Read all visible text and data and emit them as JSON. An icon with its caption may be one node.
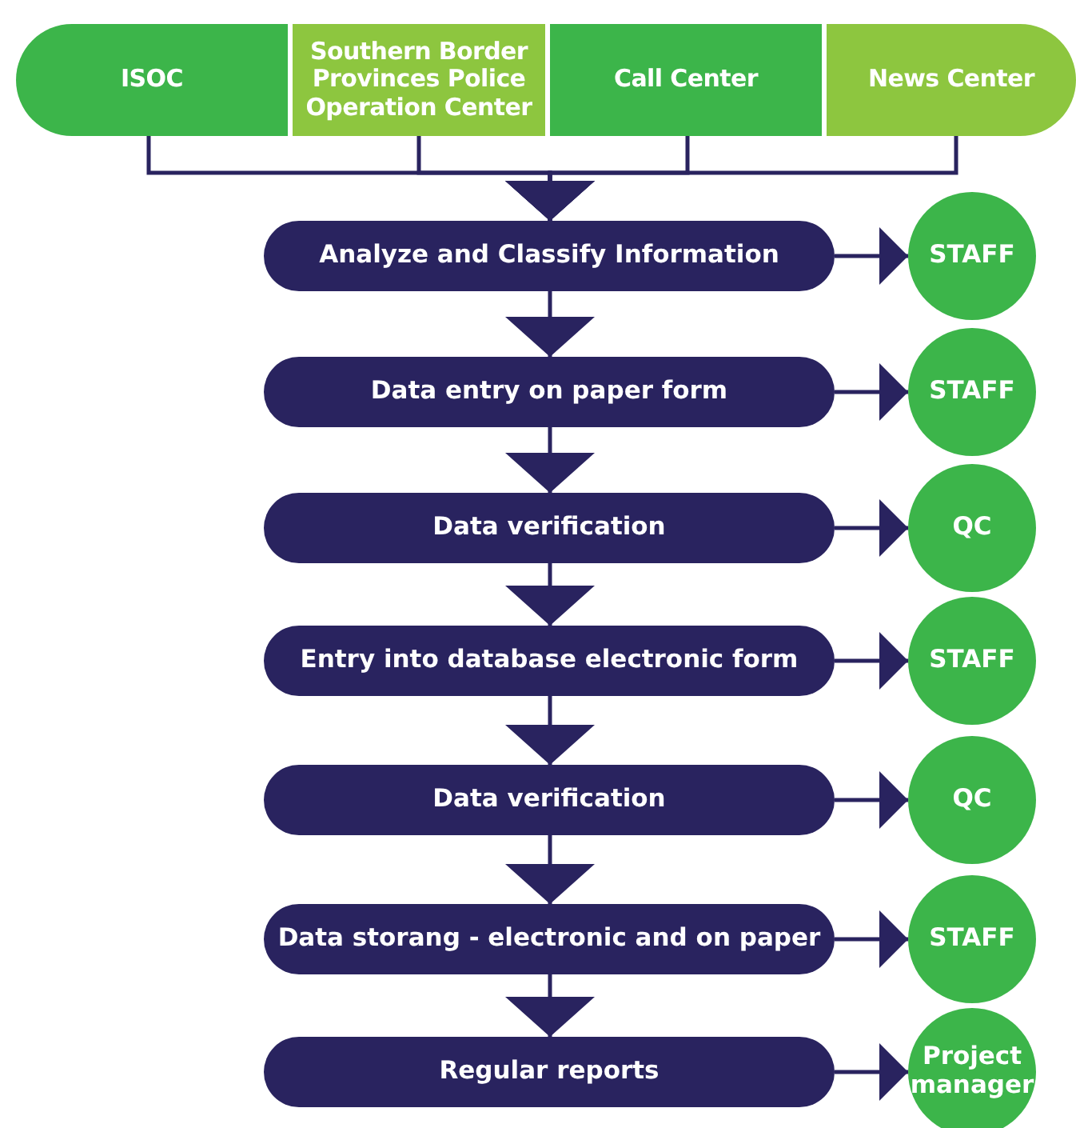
{
  "diagram": {
    "nodes": [
      {
        "text": [
          "ISOC"
        ]
      },
      {
        "text": [
          "Southern Border Provinces Police Operation Center"
        ]
      },
      {
        "text": [
          "Call Center"
        ]
      },
      {
        "text": [
          "News Center"
        ]
      },
      {
        "text": [
          "Analyze and Classify Information"
        ]
      },
      {
        "text": [
          "STAFF"
        ]
      },
      {
        "text": [
          "Data entry on paper form"
        ]
      },
      {
        "text": [
          "STAFF"
        ]
      },
      {
        "text": [
          "Data verification"
        ]
      },
      {
        "text": [
          "QC"
        ]
      },
      {
        "text": [
          "Entry into database electronic form"
        ]
      },
      {
        "text": [
          "STAFF"
        ]
      },
      {
        "text": [
          "Data verification"
        ]
      },
      {
        "text": [
          "QC"
        ]
      },
      {
        "text": [
          "Data storang - electronic and on paper"
        ]
      },
      {
        "text": [
          "STAFF"
        ]
      },
      {
        "text": [
          "Regular reports"
        ]
      },
      {
        "text": [
          "Project manager"
        ]
      }
    ],
    "edges": [
      {
        "from": 0,
        "to": 4,
        "arrow": "to"
      },
      {
        "from": 1,
        "to": 4,
        "arrow": "to"
      },
      {
        "from": 2,
        "to": 4,
        "arrow": "to"
      },
      {
        "from": 3,
        "to": 4,
        "arrow": "to"
      },
      {
        "from": 4,
        "to": 5,
        "arrow": "to"
      },
      {
        "from": 4,
        "to": 6,
        "arrow": "to"
      },
      {
        "from": 6,
        "to": 7,
        "arrow": "to"
      },
      {
        "from": 6,
        "to": 8,
        "arrow": "to"
      },
      {
        "from": 8,
        "to": 9,
        "arrow": "to"
      },
      {
        "from": 8,
        "to": 10,
        "arrow": "to"
      },
      {
        "from": 10,
        "to": 11,
        "arrow": "to"
      },
      {
        "from": 10,
        "to": 12,
        "arrow": "to"
      },
      {
        "from": 12,
        "to": 13,
        "arrow": "to"
      },
      {
        "from": 12,
        "to": 14,
        "arrow": "to"
      },
      {
        "from": 14,
        "to": 15,
        "arrow": "to"
      },
      {
        "from": 14,
        "to": 16,
        "arrow": "to"
      },
      {
        "from": 16,
        "to": 17,
        "arrow": "to"
      }
    ]
  }
}
